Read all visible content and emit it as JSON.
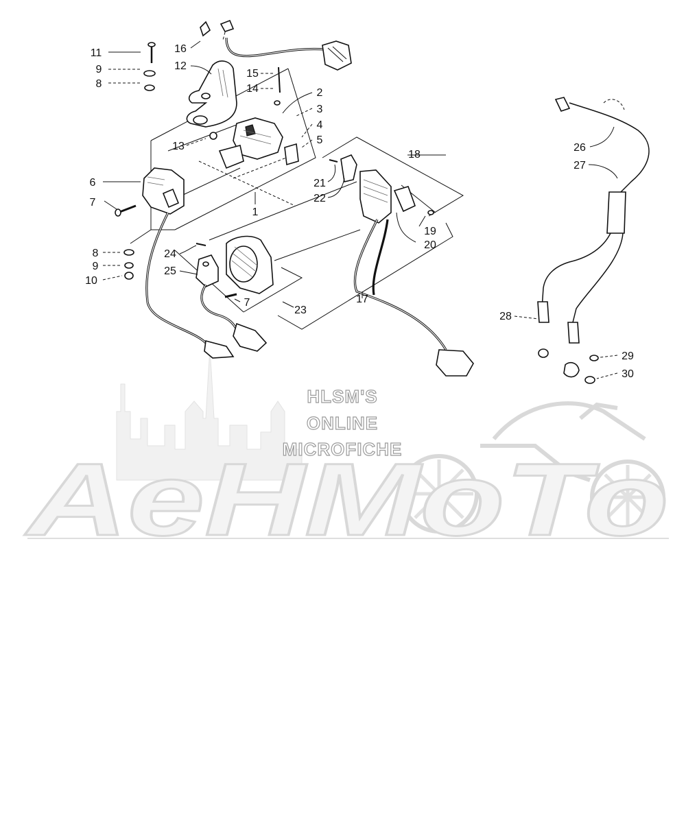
{
  "watermark": {
    "lines": [
      "HLSM'S",
      "ONLINE",
      "MICROFICHE"
    ],
    "logo_text": "AeHMoTo"
  },
  "callouts": [
    {
      "id": "c1",
      "label": "1"
    },
    {
      "id": "c2",
      "label": "2"
    },
    {
      "id": "c3",
      "label": "3"
    },
    {
      "id": "c4",
      "label": "4"
    },
    {
      "id": "c5",
      "label": "5"
    },
    {
      "id": "c6",
      "label": "6"
    },
    {
      "id": "c7a",
      "label": "7"
    },
    {
      "id": "c7b",
      "label": "7"
    },
    {
      "id": "c8a",
      "label": "8"
    },
    {
      "id": "c8b",
      "label": "8"
    },
    {
      "id": "c9a",
      "label": "9"
    },
    {
      "id": "c9b",
      "label": "9"
    },
    {
      "id": "c10",
      "label": "10"
    },
    {
      "id": "c11",
      "label": "11"
    },
    {
      "id": "c12",
      "label": "12"
    },
    {
      "id": "c13",
      "label": "13"
    },
    {
      "id": "c14",
      "label": "14"
    },
    {
      "id": "c15",
      "label": "15"
    },
    {
      "id": "c16",
      "label": "16"
    },
    {
      "id": "c17",
      "label": "17"
    },
    {
      "id": "c18",
      "label": "18"
    },
    {
      "id": "c19",
      "label": "19"
    },
    {
      "id": "c20",
      "label": "20"
    },
    {
      "id": "c21",
      "label": "21"
    },
    {
      "id": "c22",
      "label": "22"
    },
    {
      "id": "c23",
      "label": "23"
    },
    {
      "id": "c24",
      "label": "24"
    },
    {
      "id": "c25",
      "label": "25"
    },
    {
      "id": "c26",
      "label": "26"
    },
    {
      "id": "c27",
      "label": "27"
    },
    {
      "id": "c28",
      "label": "28"
    },
    {
      "id": "c29",
      "label": "29"
    },
    {
      "id": "c30",
      "label": "30"
    }
  ]
}
